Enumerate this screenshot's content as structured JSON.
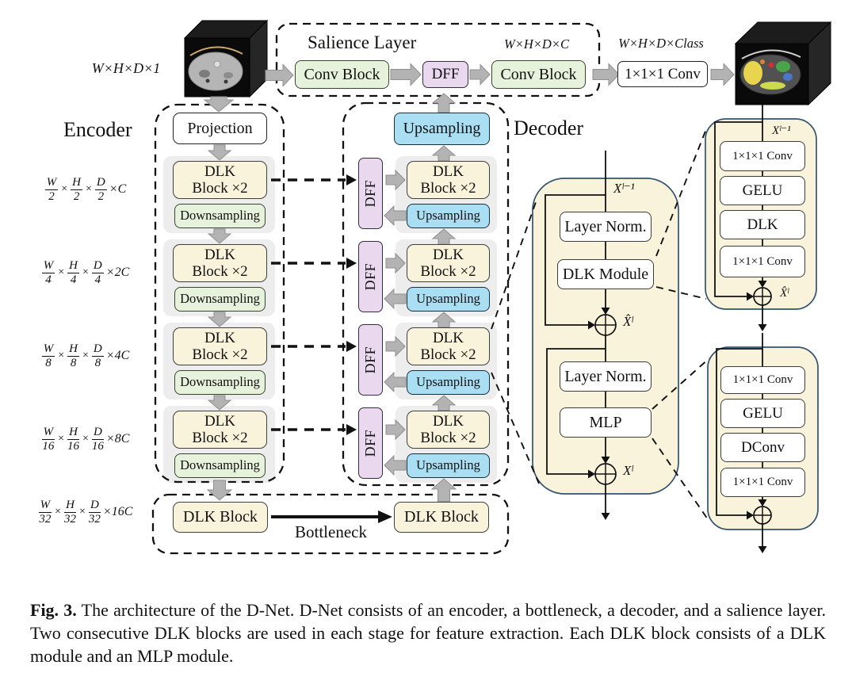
{
  "colors": {
    "dlk_block_fill": "#faf3dc",
    "downsampling_fill": "#e7f2dc",
    "upsampling_fill": "#aadef2",
    "dff_fill": "#e9d8ee",
    "detail_block_fill": "#faf3dc",
    "detail_block_border": "#33536f",
    "arrow_gray": "#b3b3b3"
  },
  "top": {
    "input_dim": "W×H×D×1",
    "output_dim": "W×H×D×Class",
    "final_conv": "1×1×1 Conv"
  },
  "salience": {
    "title": "Salience Layer",
    "dim": "W×H×D×C",
    "conv_block": "Conv Block",
    "dff": "DFF"
  },
  "encoder": {
    "title": "Encoder",
    "projection": "Projection",
    "dlk_line1": "DLK",
    "dlk_line2": "Block ×2",
    "downsampling": "Downsampling",
    "times": "×",
    "dims": [
      {
        "n1": "W",
        "d1": "2",
        "n2": "H",
        "d2": "2",
        "n3": "D",
        "d3": "2",
        "mult": "×C"
      },
      {
        "n1": "W",
        "d1": "4",
        "n2": "H",
        "d2": "4",
        "n3": "D",
        "d3": "4",
        "mult": "×2C"
      },
      {
        "n1": "W",
        "d1": "8",
        "n2": "H",
        "d2": "8",
        "n3": "D",
        "d3": "8",
        "mult": "×4C"
      },
      {
        "n1": "W",
        "d1": "16",
        "n2": "H",
        "d2": "16",
        "n3": "D",
        "d3": "16",
        "mult": "×8C"
      },
      {
        "n1": "W",
        "d1": "32",
        "n2": "H",
        "d2": "32",
        "n3": "D",
        "d3": "32",
        "mult": "×16C"
      }
    ]
  },
  "decoder": {
    "title": "Decoder",
    "dff": "DFF",
    "dlk_line1": "DLK",
    "dlk_line2": "Block ×2",
    "upsampling": "Upsampling"
  },
  "bottleneck": {
    "title": "Bottleneck",
    "dlk_block": "DLK Block"
  },
  "dlk_block_detail": {
    "x_in": "Xˡ⁻¹",
    "layer_norm": "Layer Norm.",
    "dlk_module": "DLK Module",
    "x_mid": "X̂ˡ",
    "mlp": "MLP",
    "x_out": "Xˡ"
  },
  "dlk_module_detail": {
    "x_in": "Xˡ⁻¹",
    "conv": "1×1×1 Conv",
    "gelu": "GELU",
    "dlk": "DLK",
    "x_out": "X̂ˡ"
  },
  "mlp_detail": {
    "conv": "1×1×1 Conv",
    "gelu": "GELU",
    "dconv": "DConv"
  },
  "caption": {
    "tag": "Fig. 3.",
    "text": "The architecture of the D-Net. D-Net consists of an encoder, a bottleneck, a decoder, and a salience layer. Two consecutive DLK blocks are used in each stage for feature extraction. Each DLK block consists of a DLK module and an MLP module."
  }
}
